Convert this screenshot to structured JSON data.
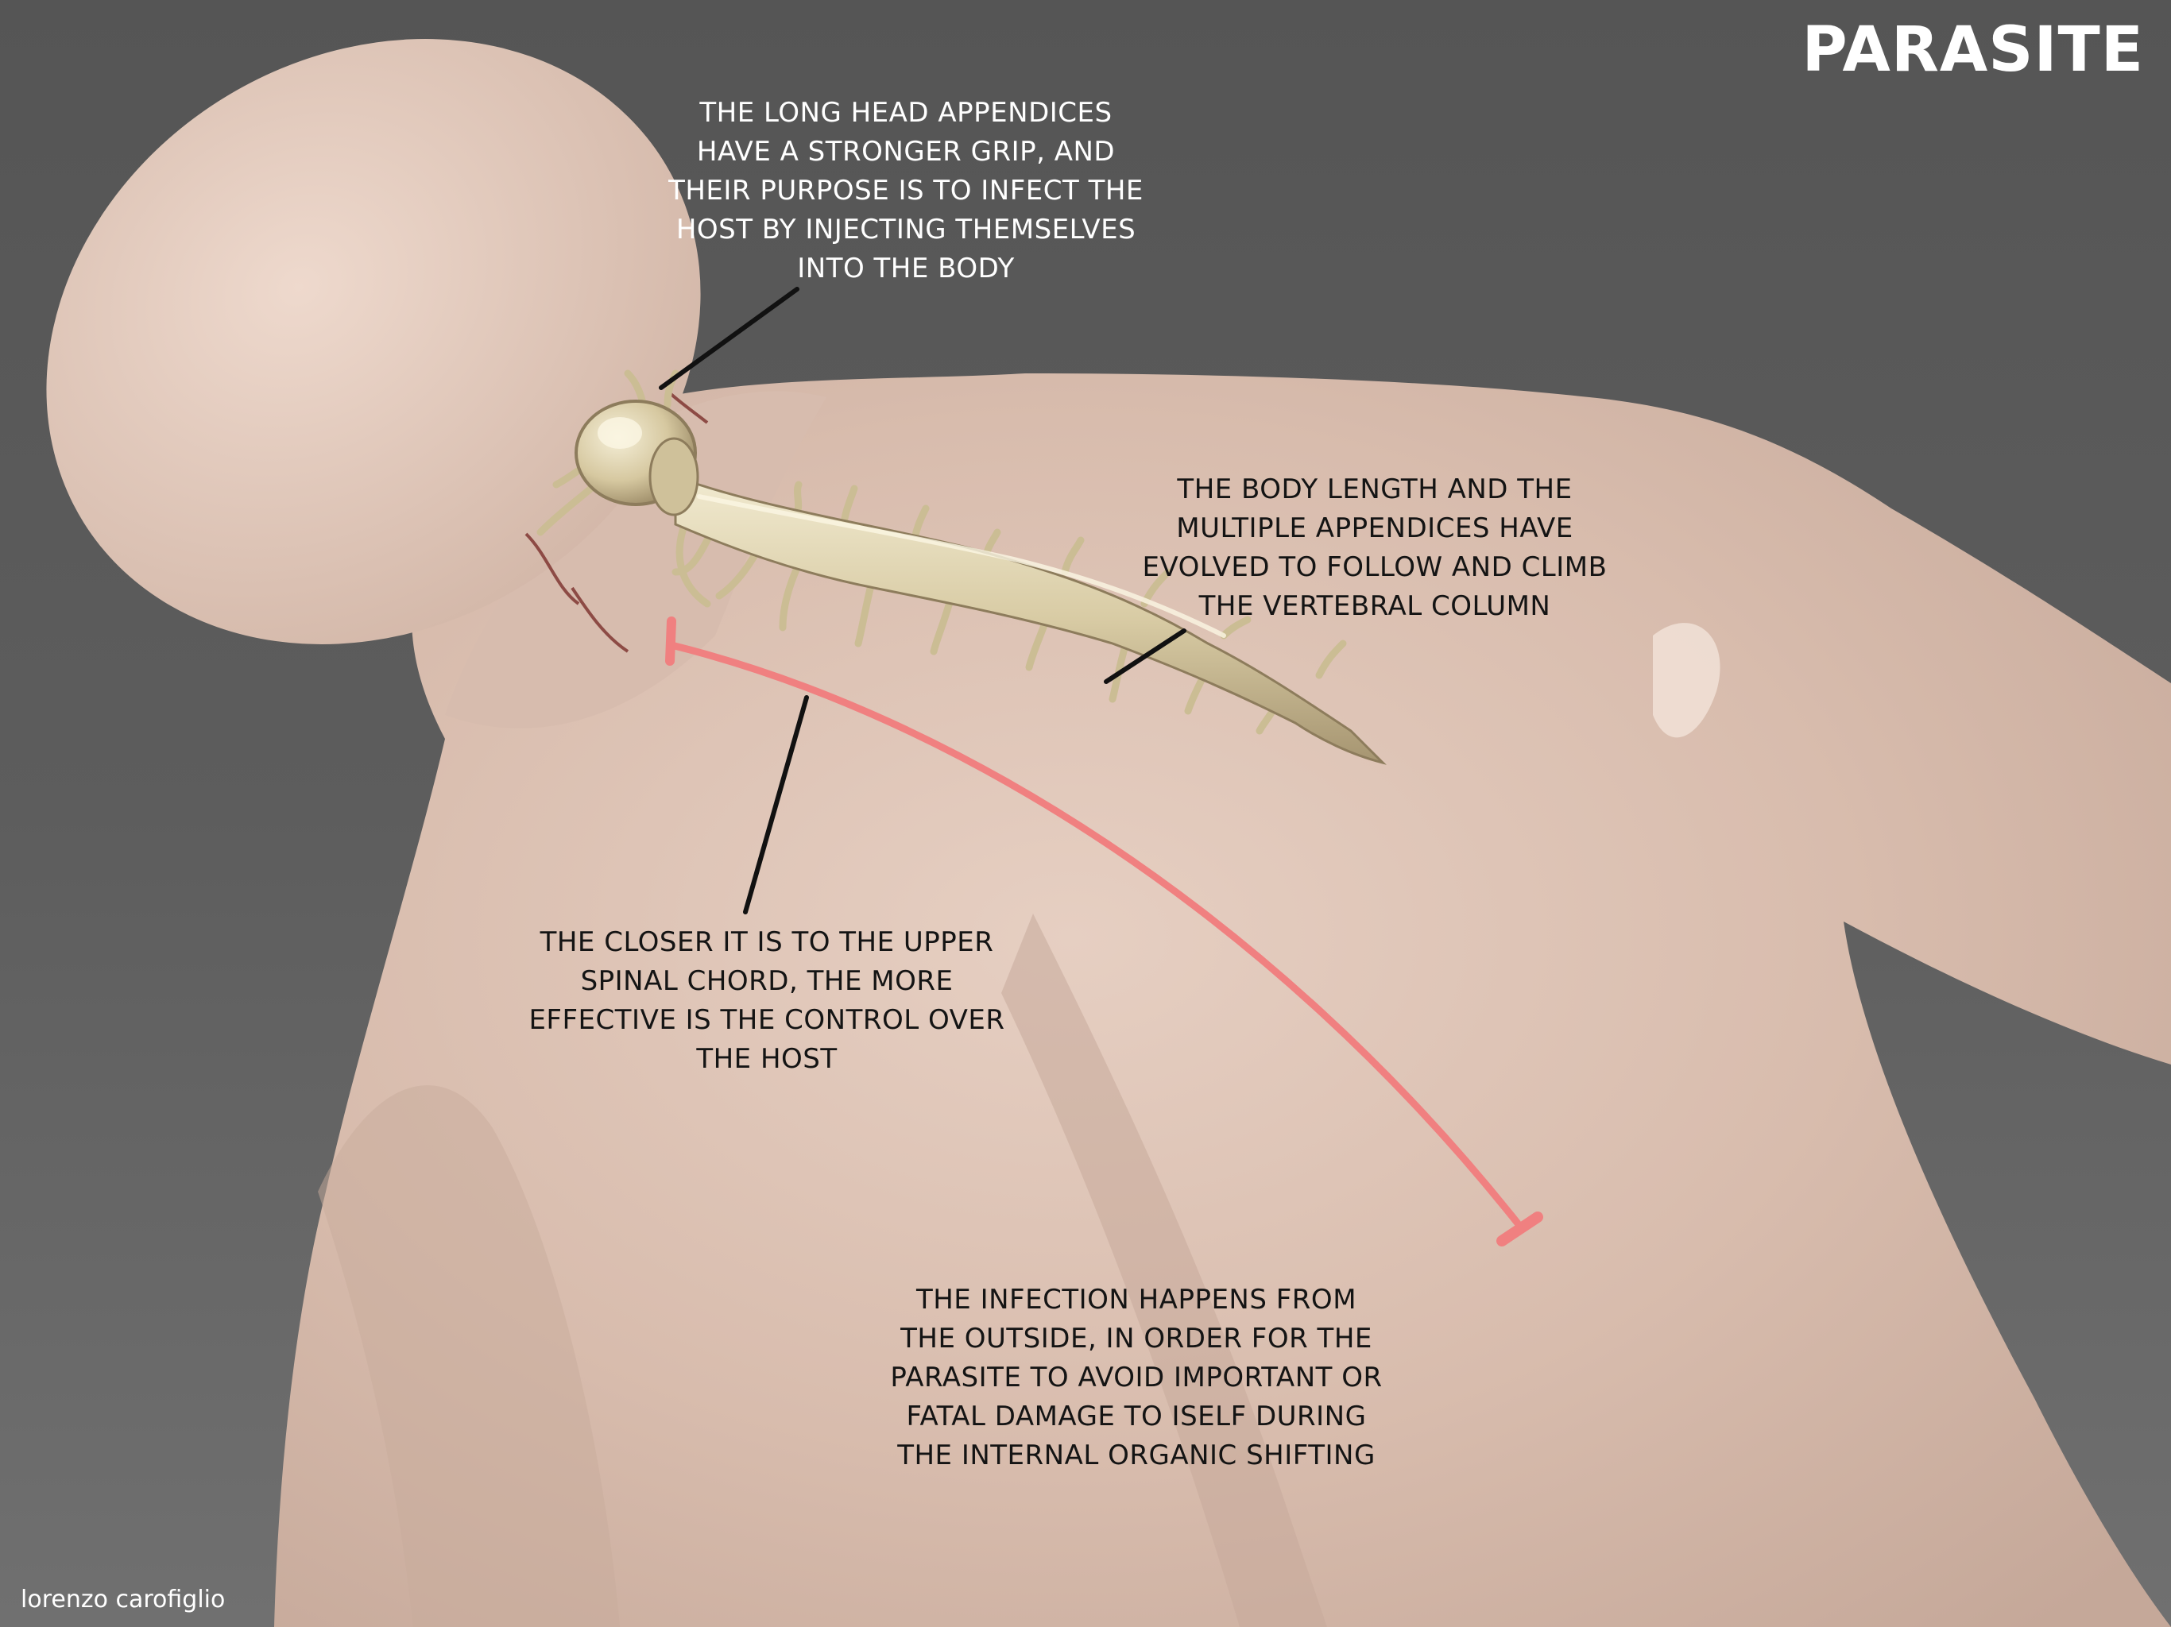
{
  "title": "PARASITE",
  "credit": "lorenzo carofiglio",
  "annotations": {
    "head_appendices": "THE LONG HEAD APPENDICES\nHAVE A STRONGER GRIP, AND\nTHEIR PURPOSE IS TO INFECT THE\nHOST BY INJECTING THEMSELVES\nINTO THE BODY",
    "body_length": "THE BODY LENGTH AND THE\nMULTIPLE APPENDICES HAVE\nEVOLVED TO FOLLOW AND CLIMB\nTHE VERTEBRAL COLUMN",
    "spinal_control": "THE CLOSER IT IS TO THE UPPER\nSPINAL CHORD, THE MORE\nEFFECTIVE IS THE CONTROL OVER\nTHE HOST",
    "infection": "THE INFECTION HAPPENS FROM\nTHE OUTSIDE, IN ORDER FOR THE\nPARASITE TO AVOID IMPORTANT OR\nFATAL DAMAGE TO ISELF DURING\nTHE INTERNAL ORGANIC SHIFTING"
  },
  "colors": {
    "background": "#5a5a5a",
    "skin": "#dcc2b4",
    "parasite": "#d9cda8",
    "spine_marker": "#f08080",
    "leader_line": "#111111"
  }
}
